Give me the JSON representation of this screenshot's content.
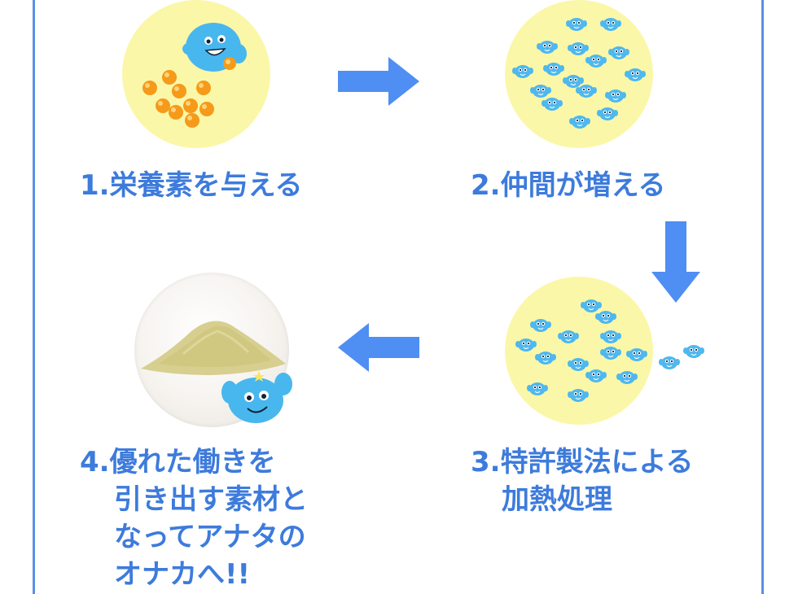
{
  "steps": [
    {
      "label": "1.栄養素を与える"
    },
    {
      "label": "2.仲間が増える"
    },
    {
      "label_line1": "3.特許製法による",
      "label_line2": "加熱処理"
    },
    {
      "label_line1": "4.優れた働きを",
      "label_line2": "引き出す素材と",
      "label_line3": "なってアナタの",
      "label_line4": "オナカへ!!"
    }
  ],
  "colors": {
    "accent_blue": "#3d7bdc",
    "arrow_blue": "#4f8ef2",
    "circle_yellow": "#fbf7a8",
    "bacteria_blue": "#4fb8ee",
    "nutrient_orange": "#f59a1a"
  },
  "icons": [
    "mascot-icon",
    "nutrient-ball-icon",
    "bacteria-icon",
    "powder-icon",
    "arrow-right-icon",
    "arrow-down-icon",
    "arrow-left-icon"
  ]
}
